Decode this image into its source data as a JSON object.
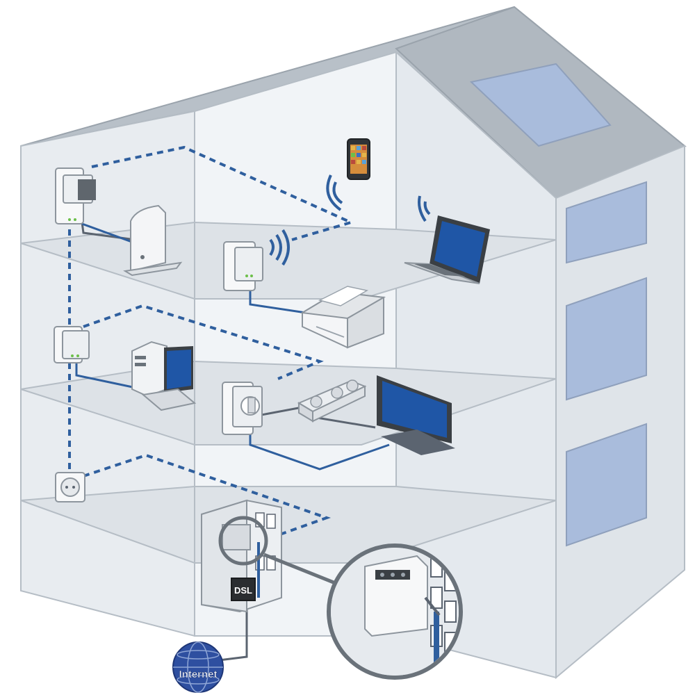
{
  "labels": {
    "dsl": "DSL",
    "internet": "Internet"
  },
  "colors": {
    "wall_light": "#eef1f4",
    "wall_mid": "#dfe4e9",
    "wall_dark": "#c9d0d7",
    "roof": "#b4bcc4",
    "window": "#a9bcdc",
    "powerline": "#2f5f9e",
    "cable": "#5b6470",
    "screen": "#1f56a6",
    "globe": "#2e4fa0"
  },
  "devices": [
    {
      "name": "powerline-adapter-top",
      "icon": "powerline-adapter-icon"
    },
    {
      "name": "wifi-router",
      "icon": "router-icon"
    },
    {
      "name": "wifi-powerline-adapter",
      "icon": "wifi-adapter-icon"
    },
    {
      "name": "smartphone",
      "icon": "smartphone-icon"
    },
    {
      "name": "laptop",
      "icon": "laptop-icon"
    },
    {
      "name": "printer",
      "icon": "printer-icon"
    },
    {
      "name": "desktop-pc",
      "icon": "desktop-pc-icon"
    },
    {
      "name": "television",
      "icon": "tv-icon"
    },
    {
      "name": "power-strip",
      "icon": "power-strip-icon"
    },
    {
      "name": "wall-socket",
      "icon": "wall-socket-icon"
    },
    {
      "name": "fuse-box",
      "icon": "fuse-box-icon"
    },
    {
      "name": "internet-globe",
      "icon": "globe-icon"
    }
  ]
}
